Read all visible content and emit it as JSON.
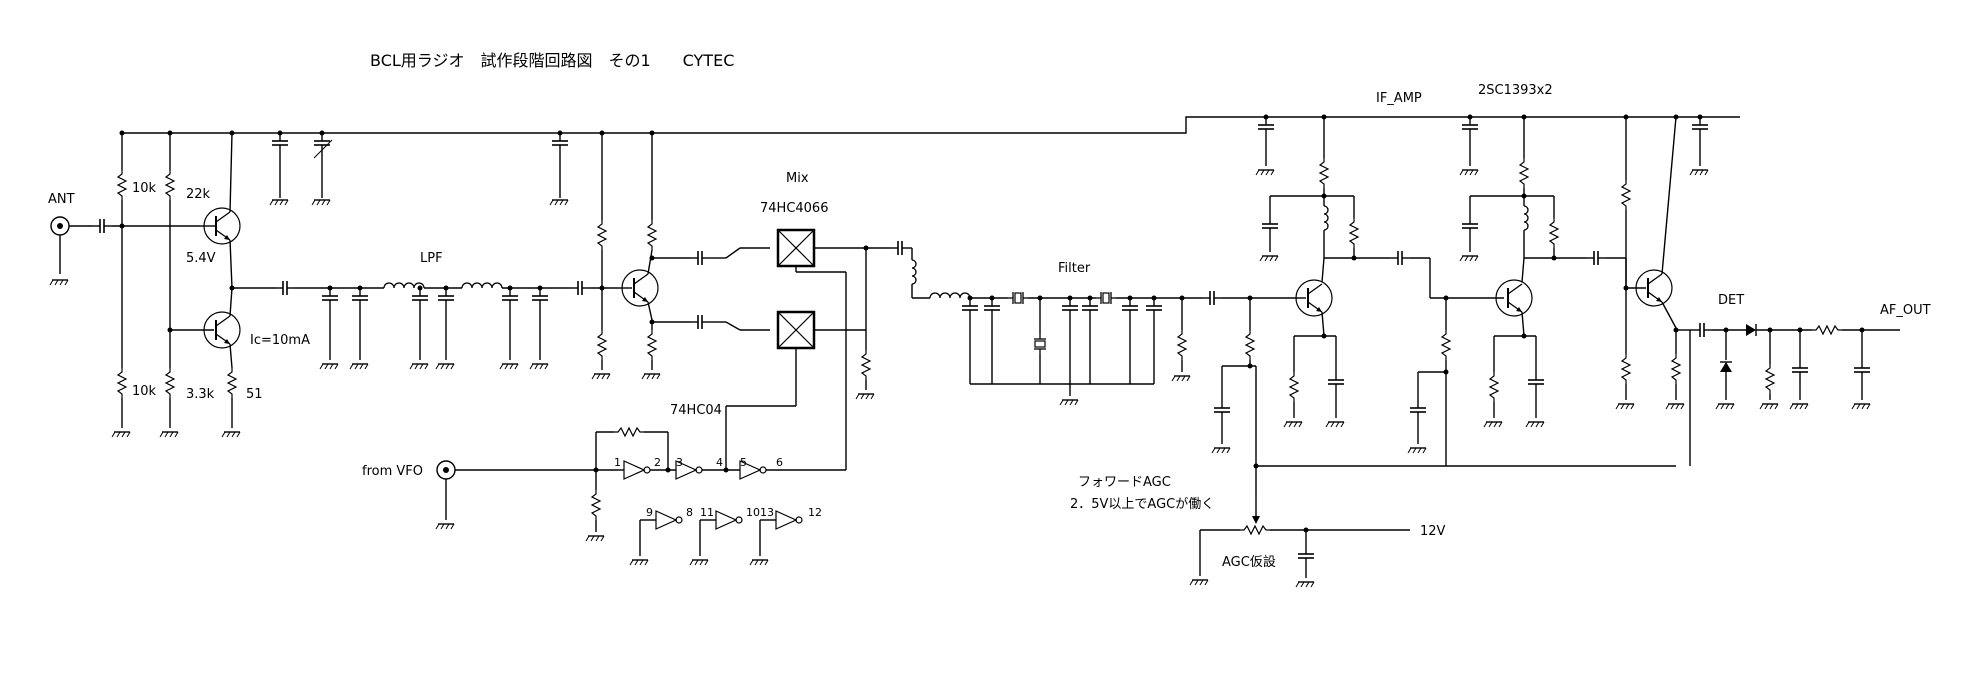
{
  "title": "BCL用ラジオ　試作段階回路図　その1　　CYTEC",
  "labels": {
    "ant": "ANT",
    "r_10k_top": "10k",
    "r_22k": "22k",
    "v_54": "5.4V",
    "ic": "Ic=10mA",
    "r_10k_bot": "10k",
    "r_33k": "3.3k",
    "r_51": "51",
    "lpf": "LPF",
    "mix": "Mix",
    "ic_4066": "74HC4066",
    "ic_04": "74HC04",
    "from_vfo": "from VFO",
    "filter": "Filter",
    "if_amp": "IF_AMP",
    "transistor": "2SC1393x2",
    "det": "DET",
    "af_out": "AF_OUT",
    "fwd_agc": "フォワードAGC",
    "agc_note": "2．5V以上でAGCが働く",
    "v12": "12V",
    "agc_temp": "AGC仮設"
  },
  "pins": {
    "p1": "1",
    "p2": "2",
    "p3": "3",
    "p4": "4",
    "p5": "5",
    "p6": "6",
    "p9": "9",
    "p8": "8",
    "p11": "11",
    "p10": "10",
    "p13": "13",
    "p12": "12"
  }
}
